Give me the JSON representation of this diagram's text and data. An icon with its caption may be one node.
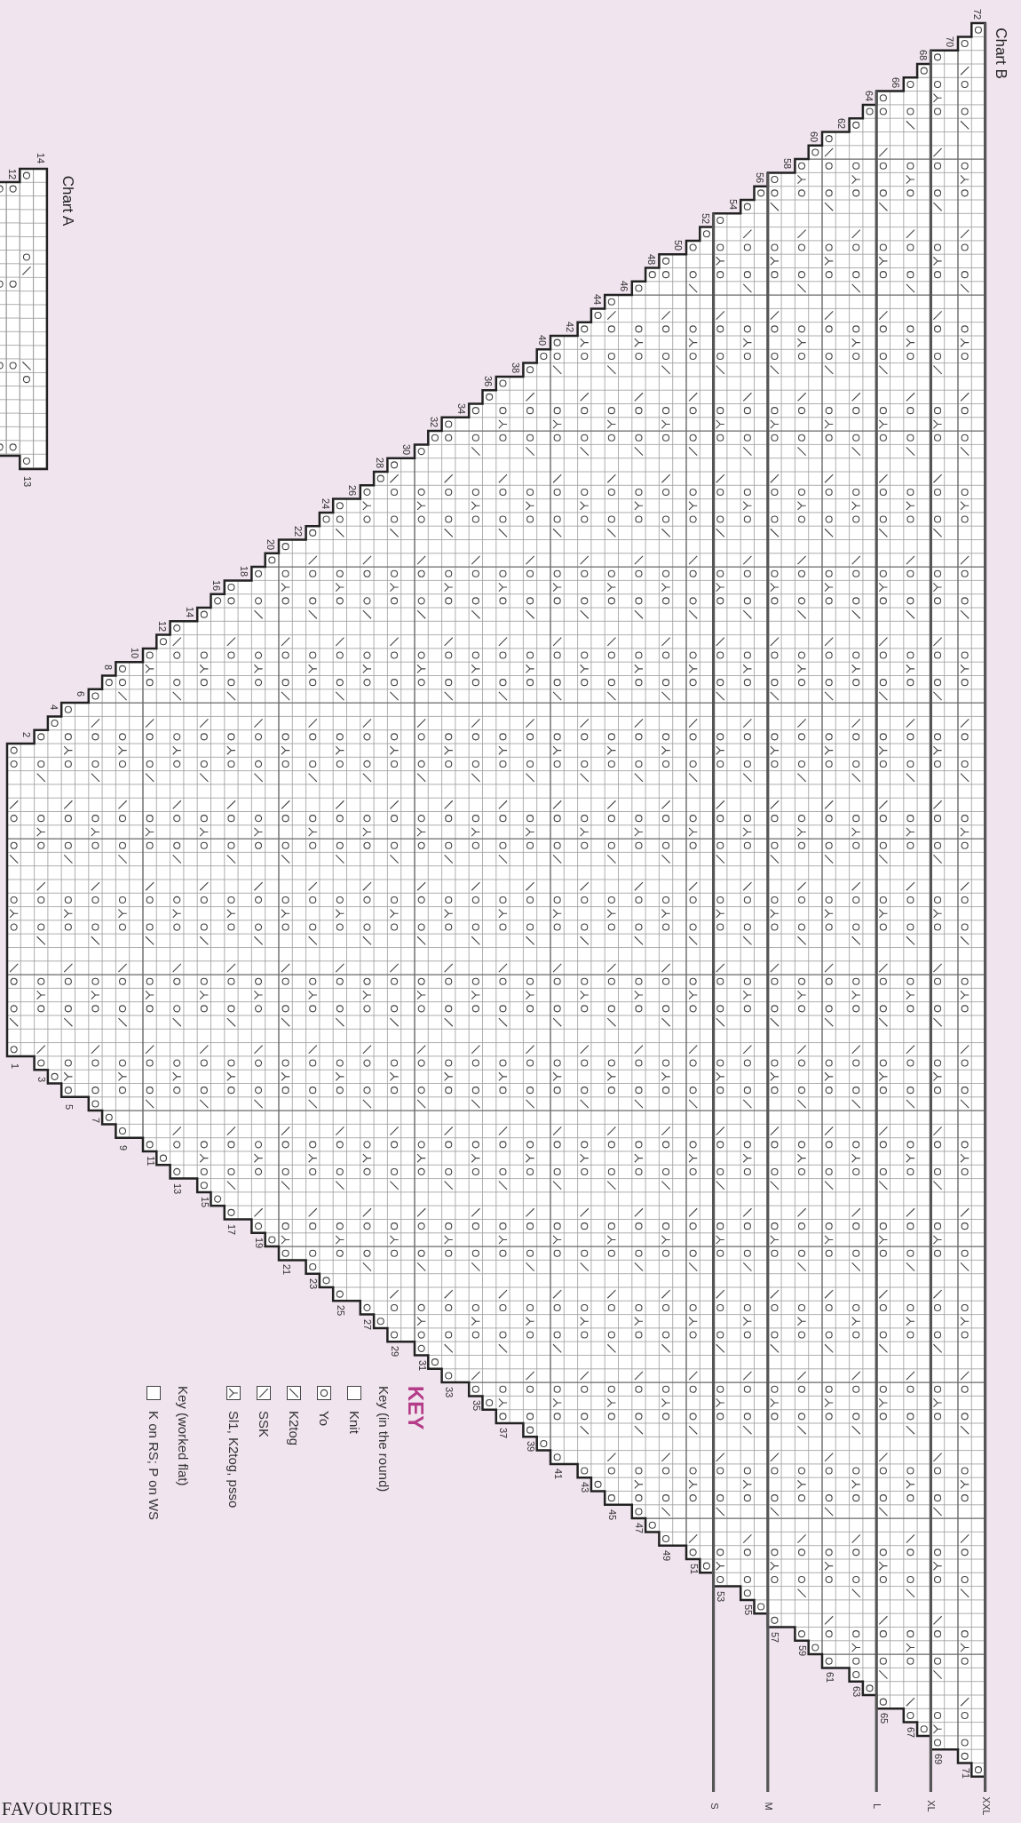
{
  "diagram": {
    "labels": [
      "Chart A",
      "14",
      "12",
      "13",
      "Chart B",
      "2",
      "4",
      "6",
      "8",
      "10",
      "12",
      "14",
      "16",
      "18",
      "20",
      "22",
      "24",
      "26",
      "28",
      "30",
      "32",
      "34",
      "36",
      "38",
      "40",
      "42",
      "44",
      "46",
      "48",
      "50",
      "52",
      "54",
      "56",
      "58",
      "60",
      "62",
      "64",
      "66",
      "68",
      "70",
      "72",
      "1",
      "3",
      "5",
      "7",
      "9",
      "11",
      "13",
      "15",
      "17",
      "19",
      "21",
      "23",
      "25",
      "27",
      "29",
      "31",
      "33",
      "35",
      "37",
      "39",
      "41",
      "43",
      "45",
      "47",
      "49",
      "51",
      "53",
      "55",
      "57",
      "59",
      "61",
      "63",
      "65",
      "67",
      "69",
      "71",
      "S",
      "M",
      "L",
      "XL",
      "XXL",
      "KEY",
      "Key (in the round)",
      "Key (worked flat)",
      "FAVOURITES"
    ],
    "legend": [
      {
        "text": "Knit"
      },
      {
        "text": "Yo"
      },
      {
        "text": "K2tog"
      },
      {
        "text": "SSK"
      },
      {
        "text": "Sl1, K2tog, psso"
      },
      {
        "text": "K on RS; P on WS"
      }
    ]
  }
}
